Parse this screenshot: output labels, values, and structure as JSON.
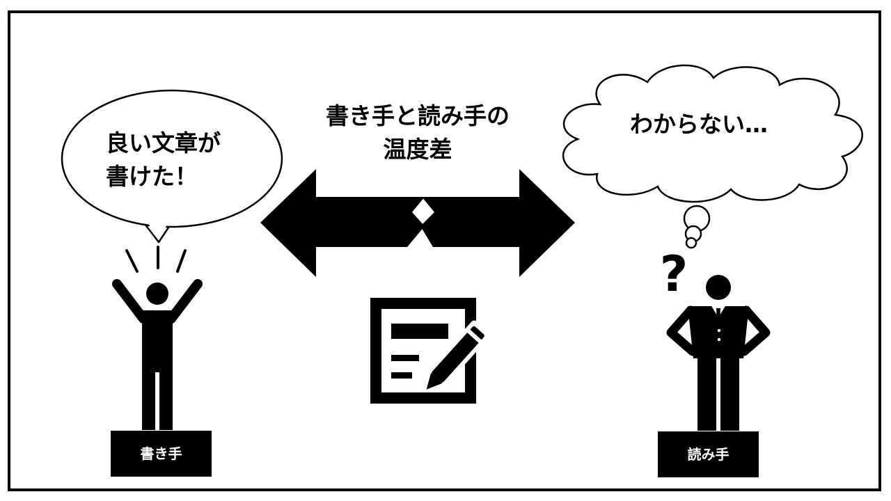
{
  "writer": {
    "speech_line1": "良い文章が",
    "speech_line2": "書けた！",
    "label": "書き手"
  },
  "reader": {
    "thought": "わからない…",
    "label": "読み手"
  },
  "center": {
    "title_line1": "書き手と読み手の",
    "title_line2": "温度差"
  },
  "colors": {
    "ink": "#000000",
    "paper": "#ffffff"
  }
}
